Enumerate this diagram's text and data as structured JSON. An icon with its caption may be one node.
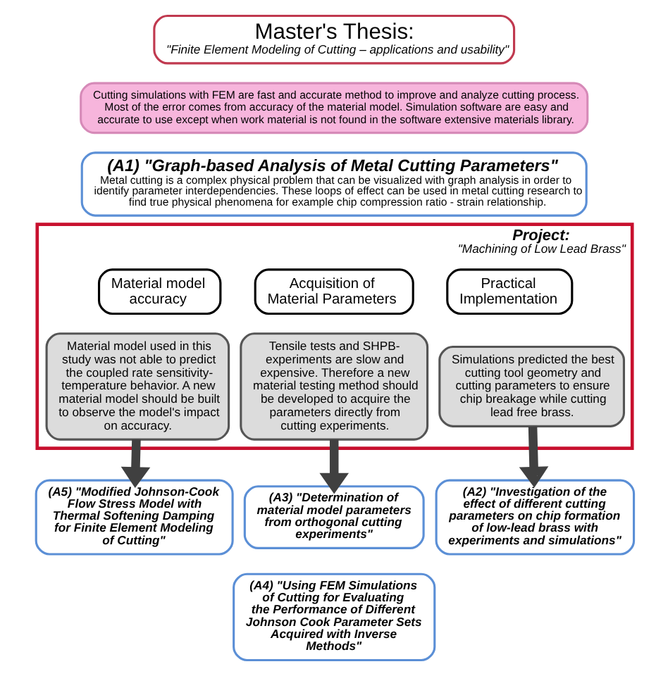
{
  "diagram": {
    "nodes": [
      {
        "text": [
          "Master's Thesis:",
          "\"Finite Element Modeling of Cutting – applications and usability\""
        ]
      },
      {
        "text": [
          "Cutting simulations with FEM are fast and accurate method to improve and analyze cutting process. Most of the error comes from accuracy of the material model. Simulation software are easy and accurate to use except when work material is not found in the software extensive materials library."
        ]
      },
      {
        "text": [
          "(A1) \"Graph-based Analysis of Metal Cutting Parameters\"",
          "Metal cutting is a complex physical problem that can be visualized with graph analysis in order to identify parameter interdependencies. These loops of effect can be used in metal cutting research to find true physical phenomena for example chip compression ratio - strain relationship."
        ]
      },
      {
        "text": [
          "Project:",
          "\"Machining of Low Lead Brass\""
        ]
      },
      {
        "text": [
          "Material model accuracy"
        ],
        "in": 3
      },
      {
        "text": [
          "Acquisition of Material Parameters"
        ],
        "in": 3
      },
      {
        "text": [
          "Practical Implementation"
        ],
        "in": 3
      },
      {
        "text": [
          "Material model used in this study was not able to predict the coupled rate sensitivity-temperature behavior. A new material model should be built to observe the model's impact on accuracy."
        ],
        "in": 3
      },
      {
        "text": [
          "Tensile tests and SHPB-experiments are slow and expensive. Therefore a new material testing method should be developed to acquire the parameters directly from cutting experiments."
        ],
        "in": 3
      },
      {
        "text": [
          "Simulations predicted the best cutting tool geometry and cutting parameters to ensure chip breakage while cutting lead free brass."
        ],
        "in": 3
      },
      {
        "text": [
          "(A5) \"Modified Johnson-Cook Flow Stress Model with Thermal Softening Damping for Finite Element Modeling of Cutting\""
        ]
      },
      {
        "text": [
          "(A3) \"Determination of material model parameters from orthogonal cutting experiments\""
        ]
      },
      {
        "text": [
          "(A4) \"Using FEM Simulations of Cutting for Evaluating the Performance of Different Johnson Cook Parameter Sets Acquired with Inverse Methods\""
        ]
      },
      {
        "text": [
          "(A2) \"Investigation of the effect of different cutting parameters on chip formation of low-lead brass with experiments and simulations\""
        ]
      }
    ],
    "edges": [
      {
        "from": 7,
        "to": 10,
        "arrow": "to"
      },
      {
        "from": 8,
        "to": 11,
        "arrow": "to"
      },
      {
        "from": 9,
        "to": 13,
        "arrow": "to"
      }
    ]
  }
}
